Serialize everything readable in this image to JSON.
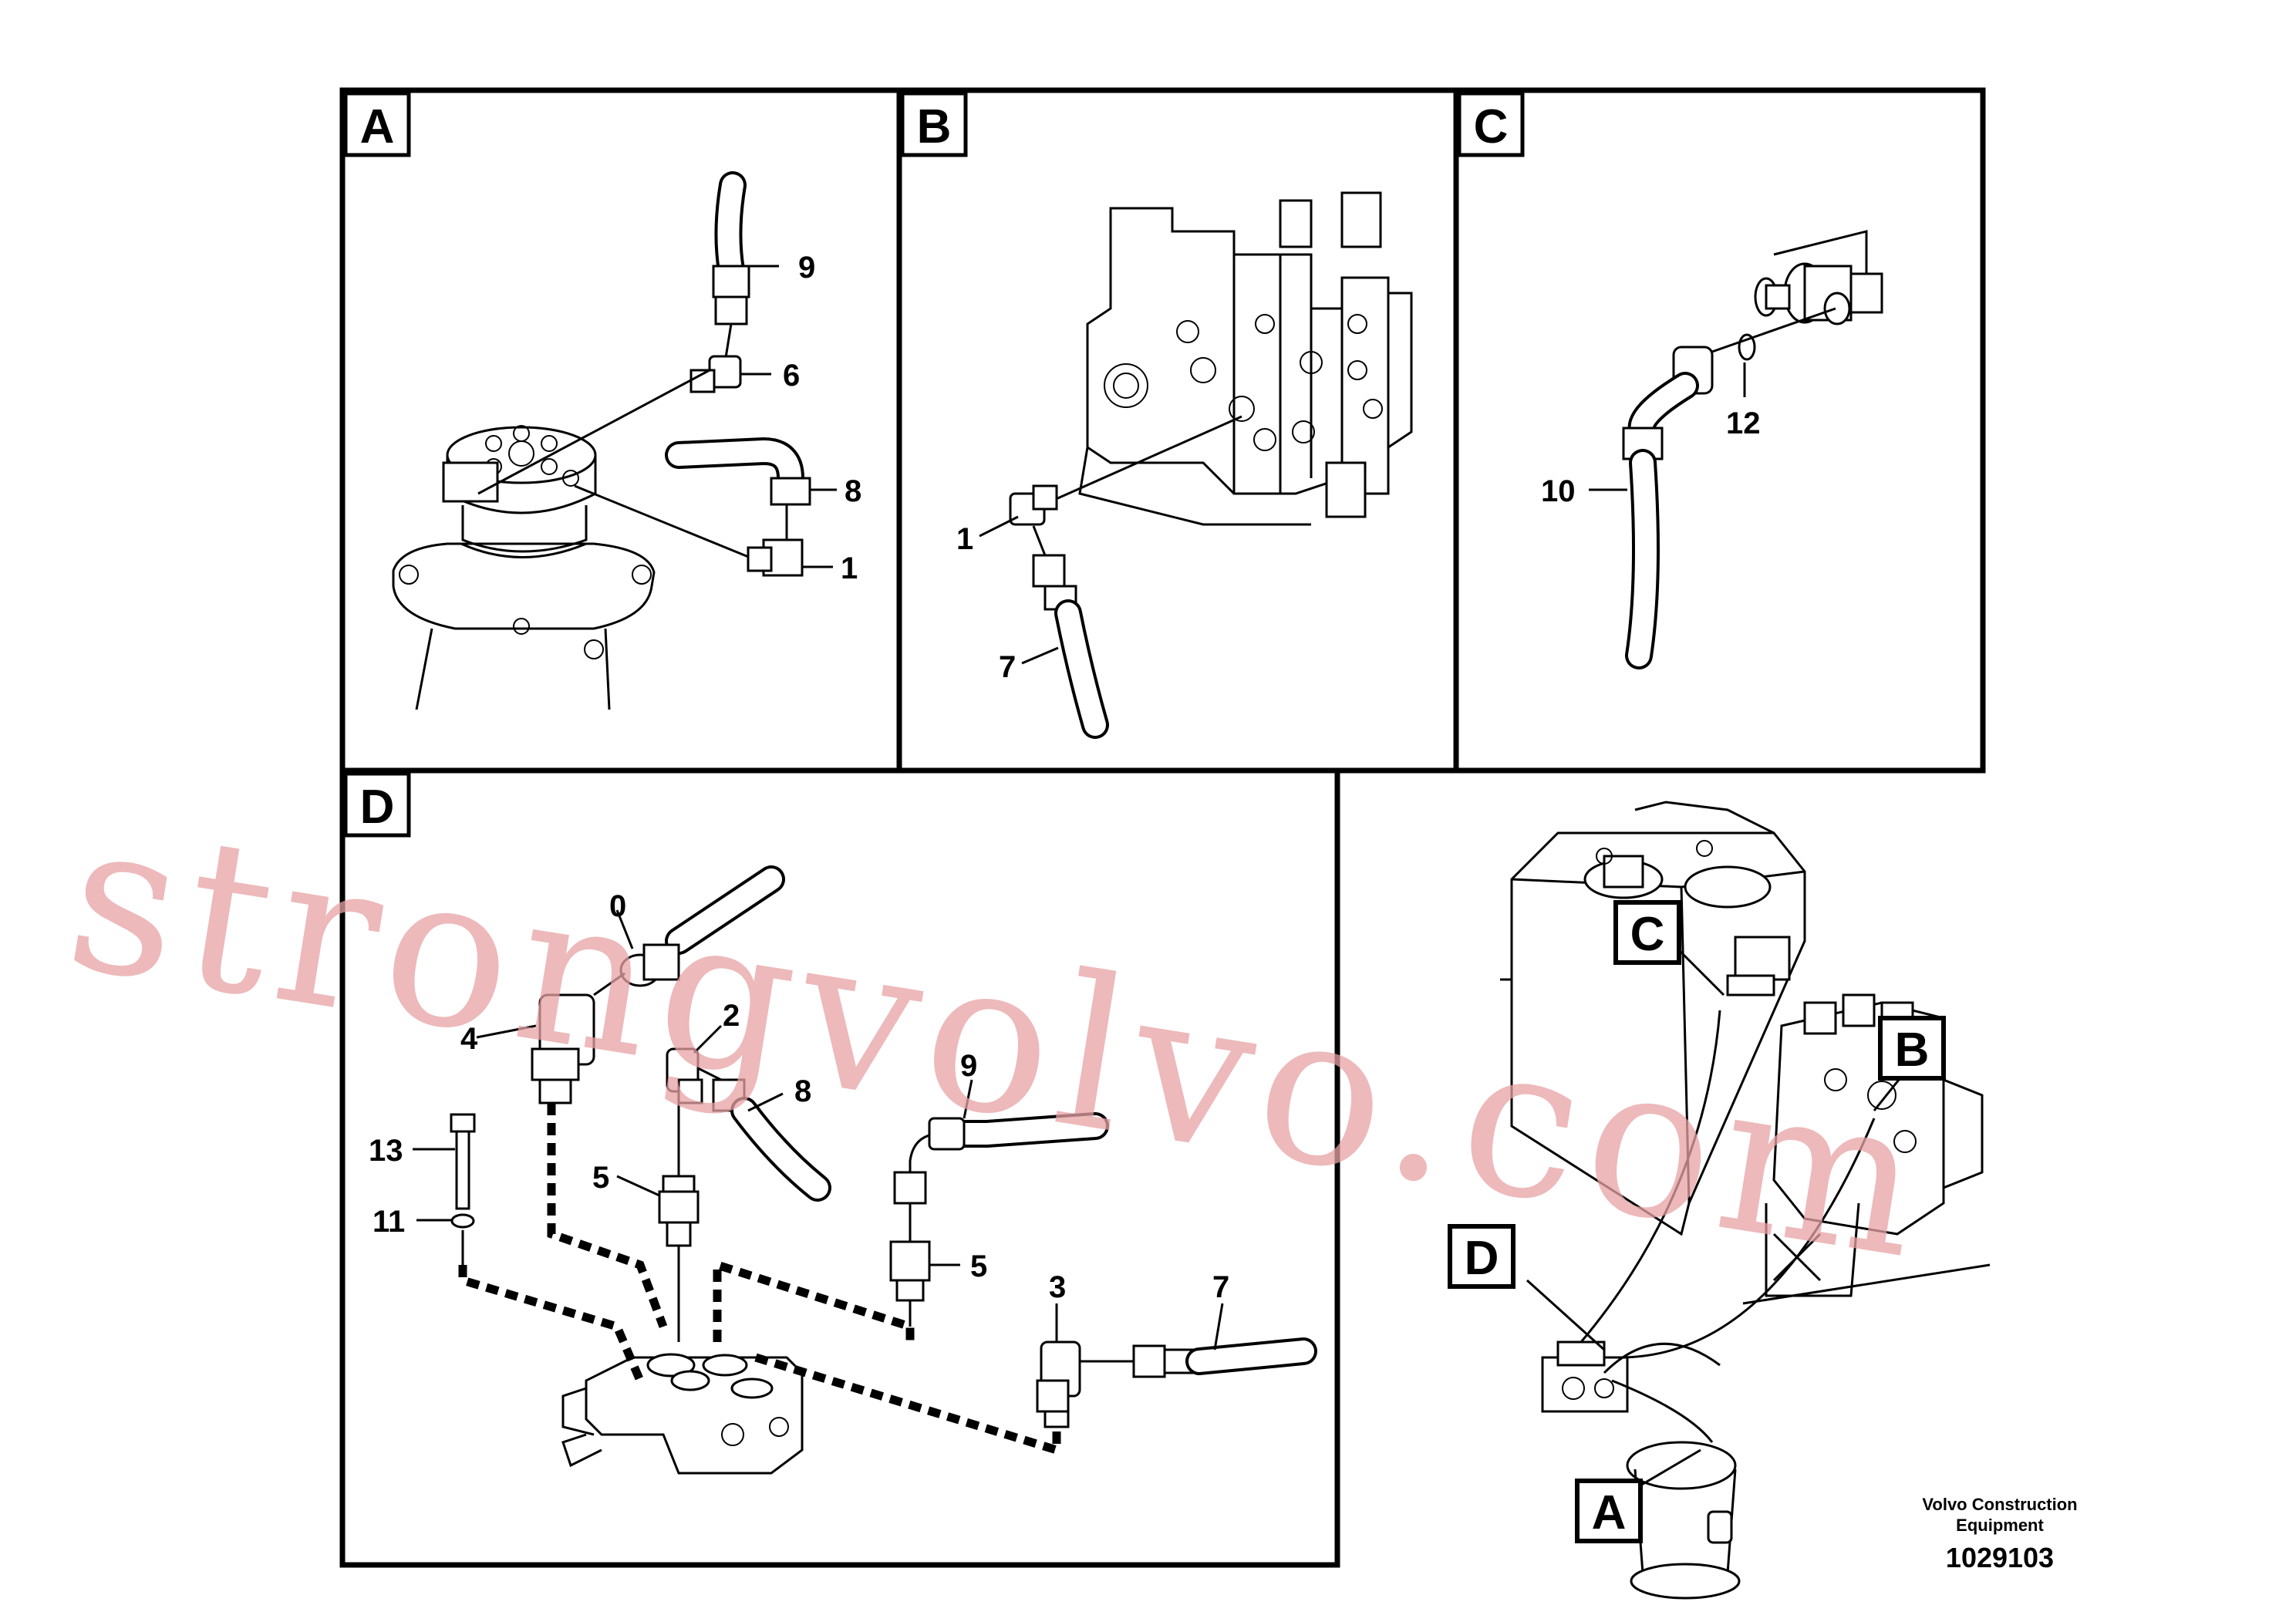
{
  "panels": {
    "A": {
      "letter": "A"
    },
    "B": {
      "letter": "B"
    },
    "C": {
      "letter": "C"
    },
    "D": {
      "letter": "D"
    }
  },
  "callouts": {
    "a_9": "9",
    "a_6": "6",
    "a_8": "8",
    "a_1": "1",
    "b_1": "1",
    "b_7": "7",
    "c_10": "10",
    "c_12": "12",
    "d_0": "0",
    "d_4": "4",
    "d_2": "2",
    "d_8": "8",
    "d_9": "9",
    "d_13": "13",
    "d_11": "11",
    "d_5a": "5",
    "d_5b": "5",
    "d_3": "3",
    "d_7": "7"
  },
  "overview": {
    "tag_A": "A",
    "tag_B": "B",
    "tag_C": "C",
    "tag_D": "D"
  },
  "footer": {
    "company_line1": "Volvo Construction",
    "company_line2": "Equipment",
    "drawing_number": "1029103"
  },
  "watermark": "strongvolvo.com"
}
